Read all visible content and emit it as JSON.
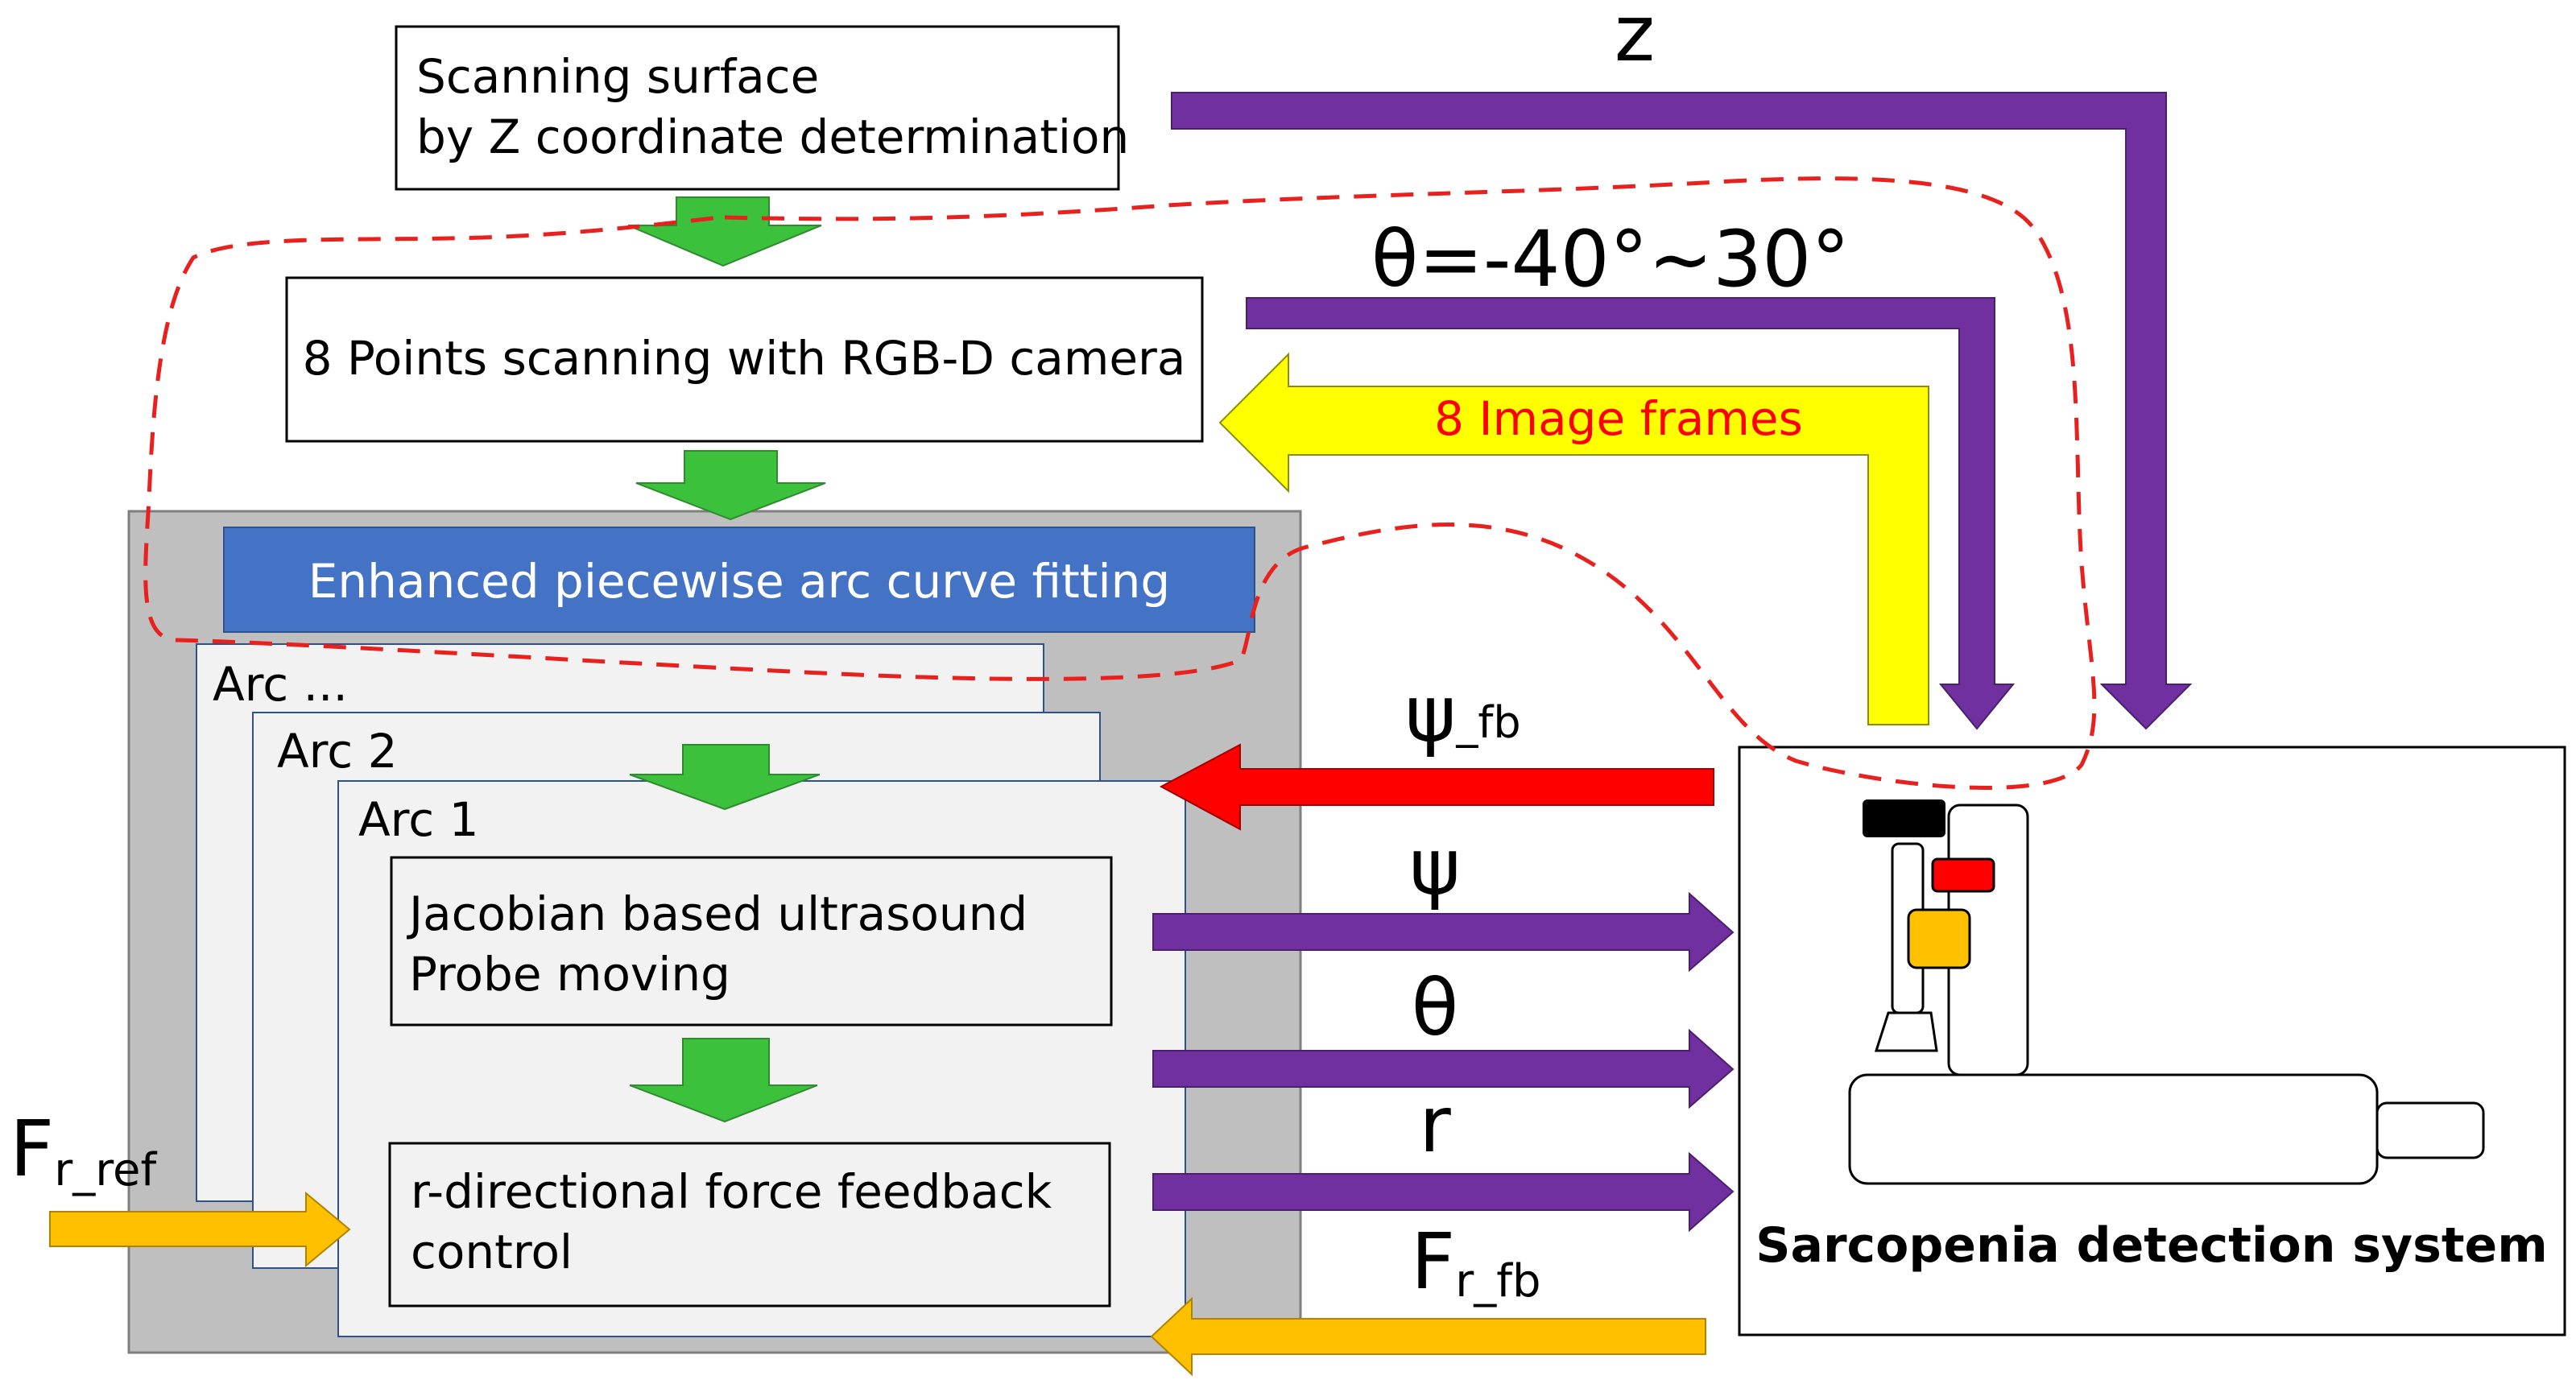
{
  "colors": {
    "purple": "#7030A0",
    "green": "#3CC13C",
    "yellow": "#FFFF00",
    "red": "#FF0000",
    "orange": "#FFC000",
    "blue_fill": "#4472C4",
    "gray_panel": "#BFBFBF",
    "dashed_loop": "#E8201E"
  },
  "boxes": {
    "scan_surface": {
      "line1": "Scanning surface",
      "line2": "by Z coordinate determination"
    },
    "points_scan": "8 Points scanning with RGB-D camera",
    "arc_fitting": "Enhanced piecewise arc curve fitting",
    "arc_n": "Arc ...",
    "arc_2": "Arc 2",
    "arc_1": "Arc 1",
    "jacobian": {
      "line1": "Jacobian based ultrasound",
      "line2": "Probe moving"
    },
    "force": {
      "line1": "r-directional force feedback",
      "line2": "control"
    }
  },
  "signals": {
    "z": "z",
    "theta_range": "θ=-40°~30°",
    "image_frames": "8 Image frames",
    "psi_fb_main": "ψ",
    "psi_fb_sub": "_fb",
    "psi": "ψ",
    "theta": "θ",
    "r": "r",
    "fr_fb_main": "F",
    "fr_fb_sub": "r_fb",
    "fr_ref_main": "F",
    "fr_ref_sub": "r_ref"
  },
  "system": {
    "title": "Sarcopenia detection system"
  }
}
